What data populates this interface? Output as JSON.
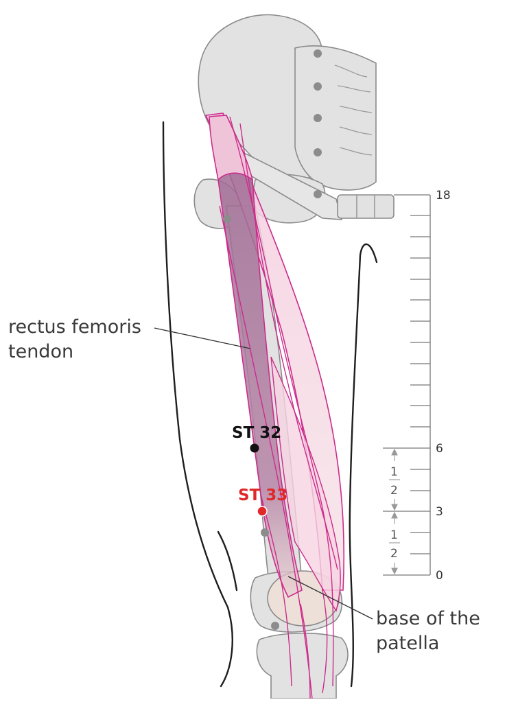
{
  "labels": {
    "rectus_line1": "rectus femoris",
    "rectus_line2": "tendon",
    "patella_line1": "base of the",
    "patella_line2": "patella"
  },
  "points": {
    "st32": {
      "label": "ST 32",
      "color": "#111111"
    },
    "st33": {
      "label": "ST 33",
      "color": "#e02828"
    }
  },
  "scale": {
    "ticks": [
      "18",
      "6",
      "3",
      "0"
    ],
    "fraction_numerator": "1",
    "fraction_denominator": "2"
  },
  "colors": {
    "bone_fill": "#e2e2e2",
    "bone_stroke": "#8a8a8a",
    "muscle_dark": "#b07ea2",
    "muscle_light": "#f3c6da",
    "muscle_stroke": "#cc2b8c",
    "landmark_dot": "#8c8c8c"
  }
}
